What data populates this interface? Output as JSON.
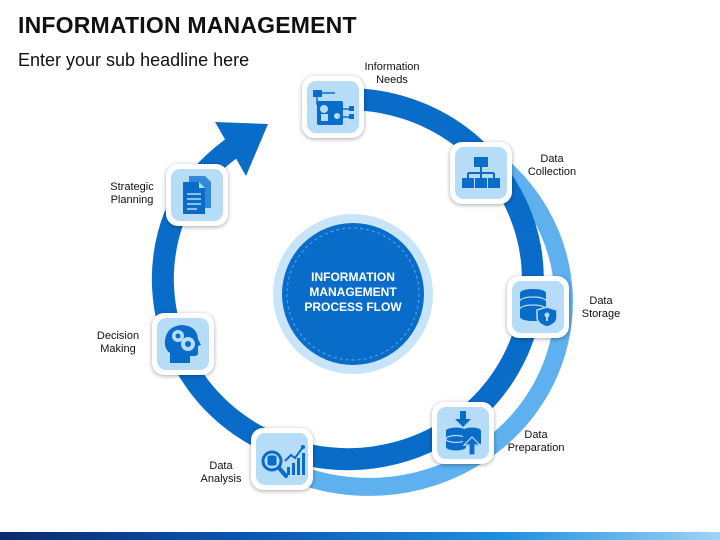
{
  "header": {
    "title": "INFORMATION MANAGEMENT",
    "subtitle": "Enter your sub headline here"
  },
  "center": {
    "lines": [
      "INFORMATION",
      "MANAGEMENT",
      "PROCESS FLOW"
    ]
  },
  "steps": [
    {
      "label_lines": [
        "Information",
        "Needs"
      ],
      "icon": "puzzle-network-icon"
    },
    {
      "label_lines": [
        "Data",
        "Collection"
      ],
      "icon": "hierarchy-icon"
    },
    {
      "label_lines": [
        "Data",
        "Storage"
      ],
      "icon": "database-shield-icon"
    },
    {
      "label_lines": [
        "Data",
        "Preparation"
      ],
      "icon": "database-arrows-icon"
    },
    {
      "label_lines": [
        "Data",
        "Analysis"
      ],
      "icon": "search-chart-icon"
    },
    {
      "label_lines": [
        "Decision",
        "Making"
      ],
      "icon": "head-gears-icon"
    },
    {
      "label_lines": [
        "Strategic",
        "Planning"
      ],
      "icon": "documents-icon"
    }
  ],
  "colors": {
    "ring_dark": "#0a6cc9",
    "ring_light": "#5fb0ee",
    "icon_bg": "#b6dcf7",
    "icon_fg": "#0a6cc9",
    "center_fill": "#0a6cc9",
    "center_halo": "#c8e4f9"
  }
}
